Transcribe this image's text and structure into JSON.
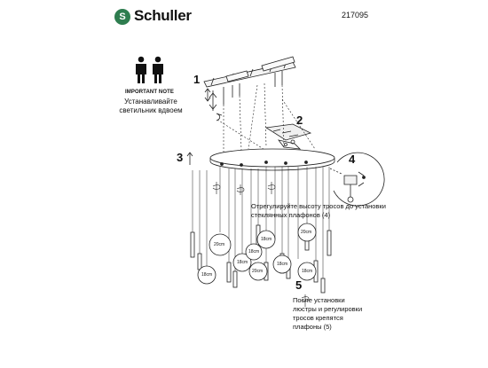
{
  "brand": {
    "logo_letter": "S",
    "name": "Schuller"
  },
  "product_code": "217095",
  "important_note": {
    "title": "IMPORTANT NOTE",
    "text": "Устанавливайте светильник вдвоем"
  },
  "steps": [
    "1",
    "2",
    "3",
    "4",
    "5"
  ],
  "captions": {
    "adjust": "Отрегулируйте высоту тросов до установки стеклянных плафонов (4)",
    "after": "После установки люстры и регулировки тросов крепятся плафоны (5)"
  },
  "sizes": [
    "20cm",
    "18cm",
    "18cm",
    "18cm",
    "20cm",
    "18cm",
    "18cm",
    "20cm",
    "18cm"
  ]
}
